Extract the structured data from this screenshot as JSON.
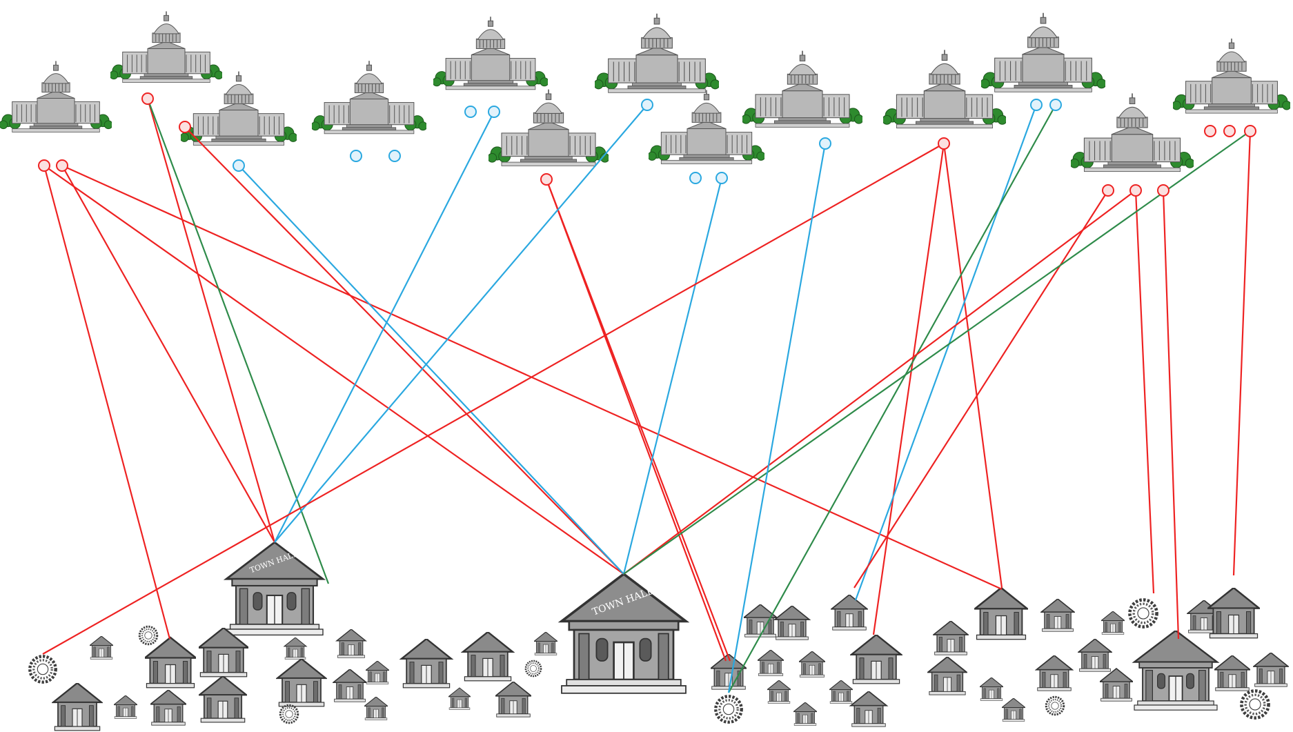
{
  "labels": {
    "town_hall_sign": "TOWN HALL"
  },
  "colors": {
    "red": "#ee2222",
    "blue": "#2aa8e0",
    "green": "#2e8b4a",
    "capitol_stone": "#9a9a9a",
    "capitol_dark": "#555555",
    "tree": "#2e8b2e",
    "house": "#7a7a7a",
    "roof": "#8a8a8a",
    "wreath": "#444444"
  },
  "capitols": [
    {
      "id": "c1",
      "kind": "large"
    },
    {
      "id": "c2",
      "kind": "large"
    },
    {
      "id": "c3",
      "kind": "large"
    },
    {
      "id": "c4",
      "kind": "large"
    },
    {
      "id": "c5",
      "kind": "large"
    },
    {
      "id": "c6",
      "kind": "large"
    },
    {
      "id": "c7",
      "kind": "large"
    },
    {
      "id": "c8",
      "kind": "large"
    },
    {
      "id": "c9",
      "kind": "large"
    },
    {
      "id": "c10",
      "kind": "large"
    },
    {
      "id": "c11",
      "kind": "large"
    },
    {
      "id": "c12",
      "kind": "large"
    },
    {
      "id": "c13",
      "kind": "large"
    },
    {
      "id": "c14",
      "kind": "large"
    }
  ],
  "connections": [
    {
      "from": "n-a1",
      "to": "th-big-2",
      "color": "red"
    },
    {
      "from": "n-a1",
      "to": "h-l5",
      "color": "red"
    },
    {
      "from": "n-a2",
      "to": "th-big-1",
      "color": "red"
    },
    {
      "from": "n-a2",
      "to": "h-r4",
      "color": "red"
    },
    {
      "from": "n-b",
      "to": "th-big-1",
      "color": "red"
    },
    {
      "from": "n-b",
      "to": "h-l6",
      "color": "green"
    },
    {
      "from": "n-c",
      "to": "th-big-2",
      "color": "red"
    },
    {
      "from": "n-d",
      "to": "th-big-2",
      "color": "blue"
    },
    {
      "from": "n-e",
      "to": "th-big-1",
      "color": "blue"
    },
    {
      "from": "n-f",
      "to": "h-l9",
      "color": "red"
    },
    {
      "from": "n-f",
      "to": "h-m7",
      "color": "red"
    },
    {
      "from": "n-g",
      "to": "th-big-1",
      "color": "blue"
    },
    {
      "from": "n-h",
      "to": "th-big-2",
      "color": "blue"
    },
    {
      "from": "n-i",
      "to": "w-l1",
      "color": "red"
    },
    {
      "from": "n-i",
      "to": "h-m4",
      "color": "red"
    },
    {
      "from": "n-i",
      "to": "h-r6",
      "color": "red"
    },
    {
      "from": "n-j",
      "to": "h-m2",
      "color": "blue"
    },
    {
      "from": "n-k",
      "to": "w-m1",
      "color": "green"
    },
    {
      "from": "n-l",
      "to": "h-m1",
      "color": "red"
    },
    {
      "from": "n-m",
      "to": "th-big-2",
      "color": "red"
    },
    {
      "from": "n-m",
      "to": "h-m3",
      "color": "red"
    },
    {
      "from": "n-n",
      "to": "h-r5",
      "color": "red"
    },
    {
      "from": "n-o",
      "to": "th-big-2",
      "color": "green"
    },
    {
      "from": "n-o",
      "to": "h-r7",
      "color": "red"
    },
    {
      "from": "n-p",
      "to": "w-m1",
      "color": "blue"
    }
  ]
}
